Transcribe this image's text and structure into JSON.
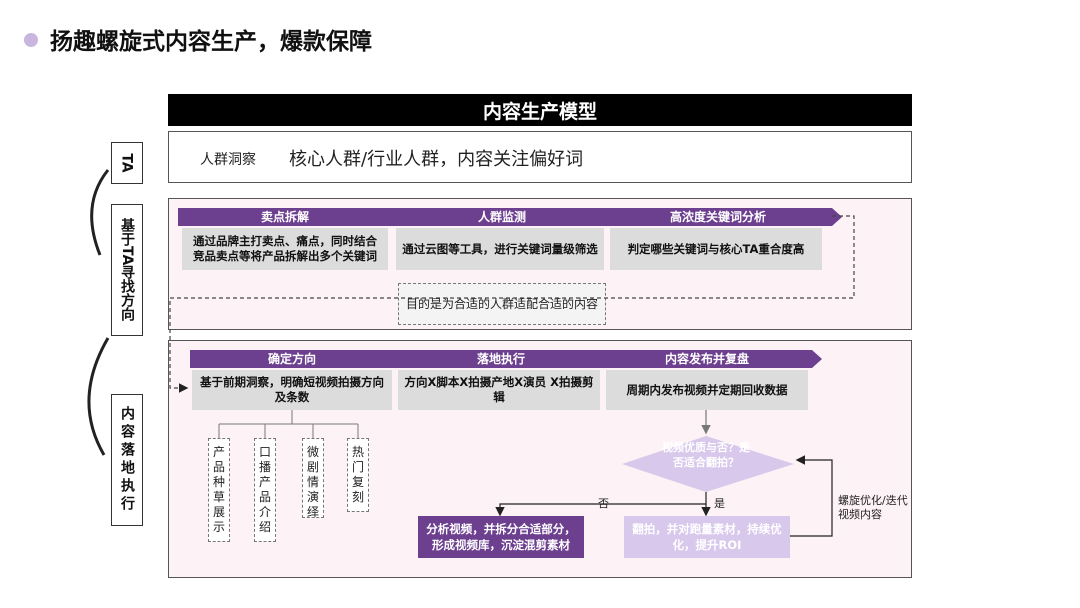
{
  "page": {
    "title": "扬趣螺旋式内容生产，爆款保障",
    "model_title": "内容生产模型"
  },
  "insight": {
    "label": "人群洞察",
    "text": "核心人群/行业人群，内容关注偏好词"
  },
  "side_labels": {
    "ta": "TA",
    "find": "基于TA寻找方向",
    "execute": "内容落地执行"
  },
  "stage1": {
    "steps": [
      {
        "title": "卖点拆解",
        "desc": "通过品牌主打卖点、痛点，同时结合竞品卖点等将产品拆解出多个关键词"
      },
      {
        "title": "人群监测",
        "desc": "通过云图等工具，进行关键词量级筛选"
      },
      {
        "title": "高浓度关键词分析",
        "desc": "判定哪些关键词与核心TA重合度高"
      }
    ],
    "note": "目的是为合适的人群适配合适的内容"
  },
  "stage2": {
    "steps": [
      {
        "title": "确定方向",
        "desc": "基于前期洞察，明确短视频拍摄方向及条数"
      },
      {
        "title": "落地执行",
        "desc": "方向X脚本X拍摄产地X演员 X拍摄剪辑"
      },
      {
        "title": "内容发布并复盘",
        "desc": "周期内发布视频并定期回收数据"
      }
    ],
    "directions": [
      "产品种草展示",
      "口播产品介绍",
      "微剧情演绎",
      "热门复刻"
    ],
    "decision": "视频优质与否？是否适合翻拍？",
    "no_label": "否",
    "yes_label": "是",
    "no_action": "分析视频，并拆分合适部分，形成视频库，沉淀混剪素材",
    "yes_action": "翻拍，并对跑量素材，持续优化，提升ROI",
    "loop_label": "螺旋优化/迭代视频内容"
  },
  "colors": {
    "purple": "#6c3f8f",
    "light_purple": "#d8c8ec",
    "dot": "#c8b6e0",
    "panel_bg": "#fdf3f6",
    "gray_box": "#dcdcdc"
  }
}
